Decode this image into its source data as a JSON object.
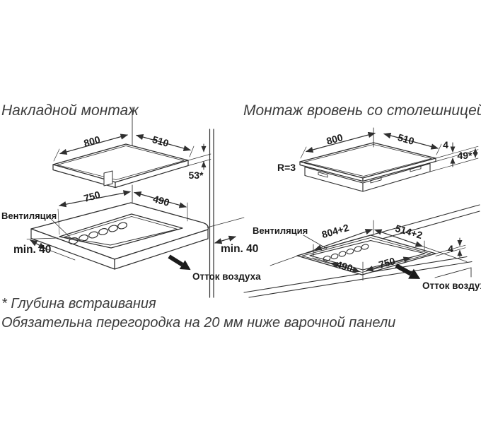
{
  "left_diagram": {
    "title": "Накладной монтаж",
    "top_view": {
      "width_label": "800",
      "depth_label": "510",
      "height_dim": "53*"
    },
    "cutout_view": {
      "width_label": "750",
      "depth_label": "490",
      "ventilation_label": "Вентиляция",
      "min_front": "min. 40",
      "min_back": "min. 40",
      "outflow_label": "Отток воздуха"
    }
  },
  "right_diagram": {
    "title": "Монтаж вровень со столешницей",
    "top_view": {
      "width_label": "800",
      "depth_label": "510",
      "rim_dim": "4",
      "height_dim": "49*",
      "corner_radius": "R=3"
    },
    "recess_view": {
      "recess_width": "804+2",
      "recess_depth": "514+2",
      "step_dim": "4",
      "cutout_depth": "490",
      "cutout_width": "750",
      "ventilation_label": "Вентиляция",
      "outflow_label": "Отток воздуха"
    }
  },
  "footnotes": {
    "embedding_depth": "* Глубина встраивания",
    "partition": "Обязательна перегородка на 20 мм ниже варочной панели"
  },
  "colors": {
    "line": "#2f2f2f",
    "text": "#1a1a1a",
    "title": "#3c3c3c"
  }
}
